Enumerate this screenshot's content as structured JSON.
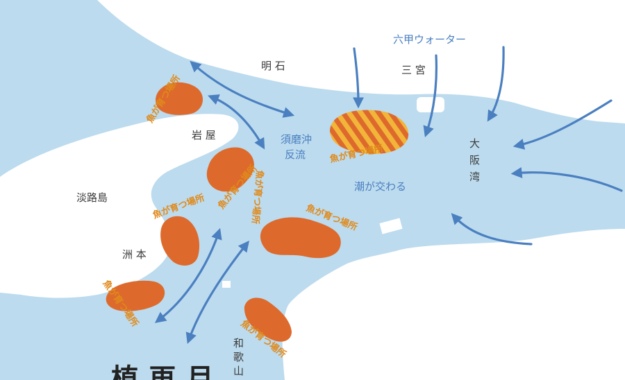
{
  "map": {
    "colors": {
      "sea": "#bcdbee",
      "land": "#ffffff",
      "nursery": "#dd6a2c",
      "nursery_label": "#e08a1c",
      "arrow": "#4a7fc0",
      "place_label": "#3a3a3a",
      "stripe_yellow": "#f2b53a"
    },
    "places": {
      "akashi": "明 石",
      "sannomiya": "三 宮",
      "iwaya": "岩 屋",
      "awajishima": "淡路島",
      "sumoto": "洲 本",
      "osaka_bay": [
        "大",
        "阪",
        "湾"
      ],
      "wakayama": [
        "和",
        "歌",
        "山"
      ]
    },
    "annotations": {
      "rokko_water": "六甲ウォーター",
      "suma_backflow": [
        "須磨沖",
        "反流"
      ],
      "tides_meet": "潮が交わる"
    },
    "nursery_label": "魚が育つ場所",
    "bottom_fragment": "植 再 月"
  }
}
